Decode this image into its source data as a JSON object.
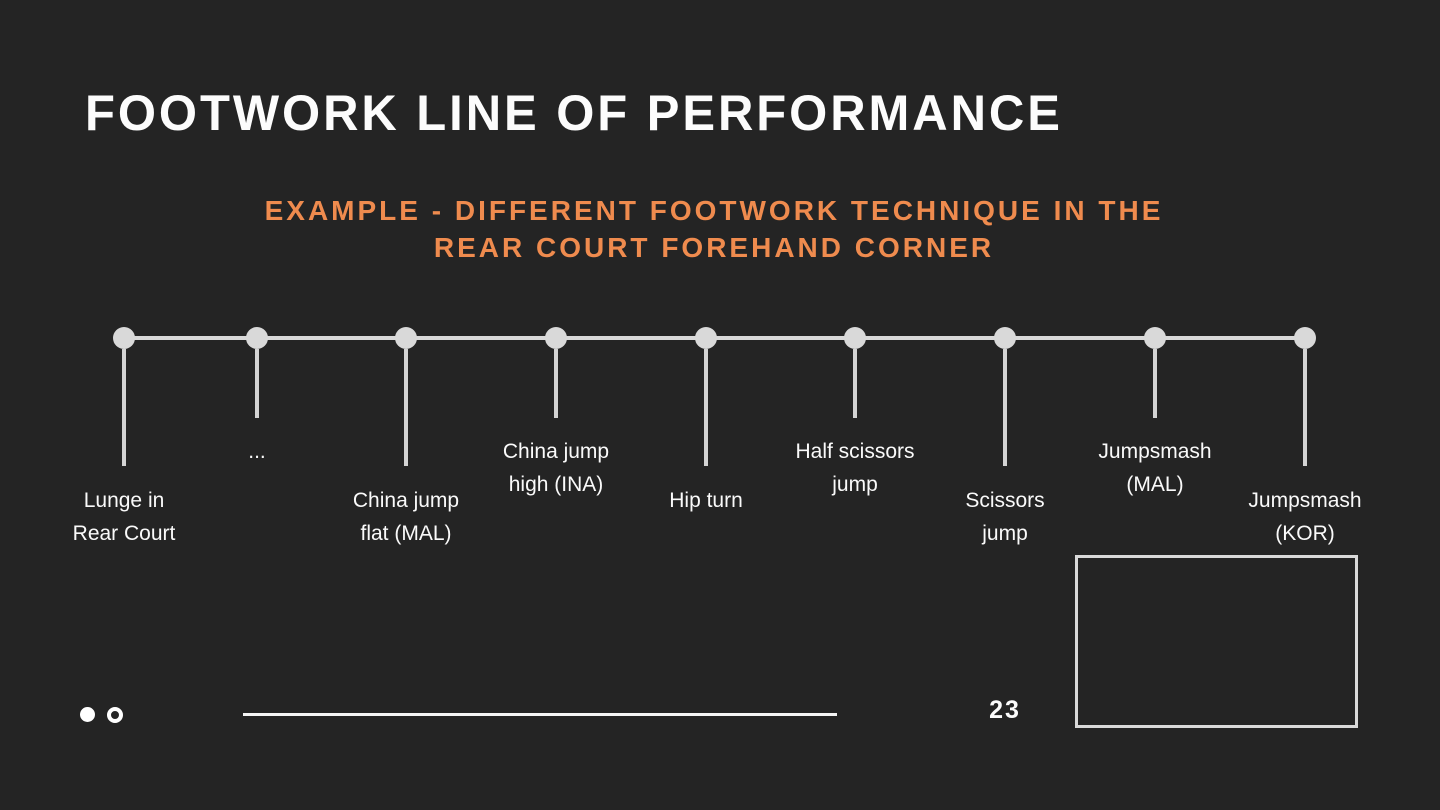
{
  "slide": {
    "title": "FOOTWORK LINE OF PERFORMANCE",
    "subtitle_line1": "EXAMPLE - DIFFERENT FOOTWORK TECHNIQUE IN THE",
    "subtitle_line2": "REAR COURT FOREHAND CORNER",
    "page_number": "23",
    "colors": {
      "background": "#242424",
      "accent_orange": "#EF8B4E",
      "timeline_gray": "#D9D9D9",
      "text_white": "#FAFAFA"
    }
  },
  "timeline": {
    "items": [
      {
        "lines": [
          "Lunge in",
          "Rear Court"
        ]
      },
      {
        "lines": [
          "..."
        ]
      },
      {
        "lines": [
          "China jump",
          "flat (MAL)"
        ]
      },
      {
        "lines": [
          "China jump",
          "high (INA)"
        ]
      },
      {
        "lines": [
          "Hip turn"
        ]
      },
      {
        "lines": [
          "Half scissors",
          "jump"
        ]
      },
      {
        "lines": [
          "Scissors",
          "jump"
        ]
      },
      {
        "lines": [
          "Jumpsmash",
          "(MAL)"
        ]
      },
      {
        "lines": [
          "Jumpsmash",
          "(KOR)"
        ]
      }
    ]
  }
}
